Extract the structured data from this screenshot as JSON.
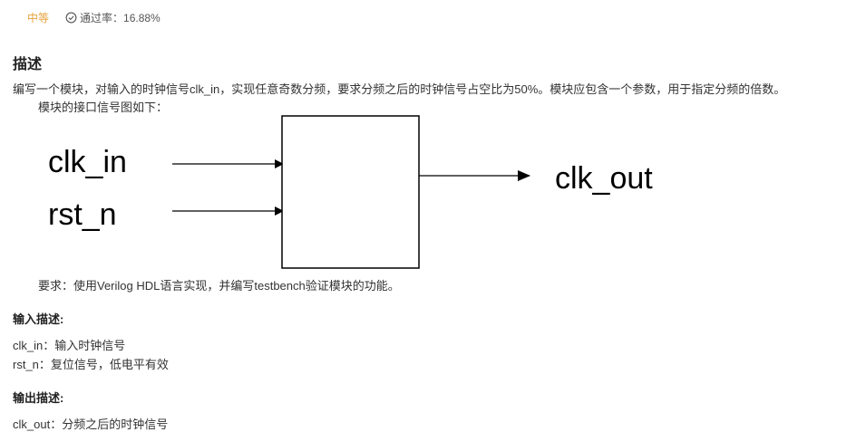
{
  "meta": {
    "difficulty": "中等",
    "pass_rate": "通过率：16.88%"
  },
  "description": {
    "title": "描述",
    "line1": "编写一个模块，对输入的时钟信号clk_in，实现任意奇数分频，要求分频之后的时钟信号占空比为50%。模块应包含一个参数，用于指定分频的倍数。",
    "line2": "模块的接口信号图如下：",
    "requirement": "要求：使用Verilog HDL语言实现，并编写testbench验证模块的功能。"
  },
  "diagram": {
    "input1": "clk_in",
    "input2": "rst_n",
    "output": "clk_out"
  },
  "input_desc": {
    "title": "输入描述:",
    "lines": [
      "clk_in：输入时钟信号",
      "rst_n：复位信号，低电平有效"
    ]
  },
  "output_desc": {
    "title": "输出描述:",
    "lines": [
      "clk_out：分频之后的时钟信号"
    ]
  },
  "colors": {
    "difficulty": "#e6a23c",
    "text": "#333333"
  },
  "icons": {
    "pass_rate": "check-circle-icon"
  }
}
